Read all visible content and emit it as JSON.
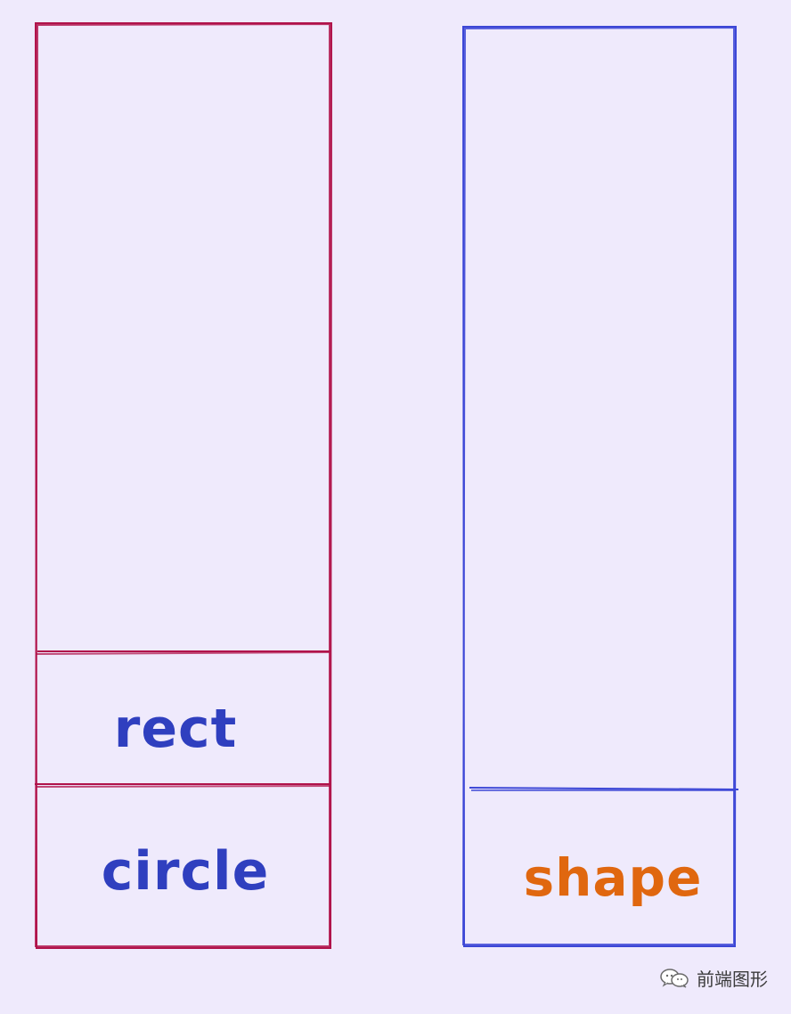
{
  "diagram": {
    "left_column": {
      "labels": {
        "rect": "rect",
        "circle": "circle"
      },
      "stroke_color": "#b0134a",
      "label_color": "#2f3fbf"
    },
    "right_column": {
      "labels": {
        "shape": "shape"
      },
      "stroke_color": "#3c47d6",
      "label_color": "#e0670f"
    }
  },
  "watermark": {
    "text": "前端图形",
    "icon": "wechat-icon"
  },
  "colors": {
    "background": "#efeafc"
  }
}
